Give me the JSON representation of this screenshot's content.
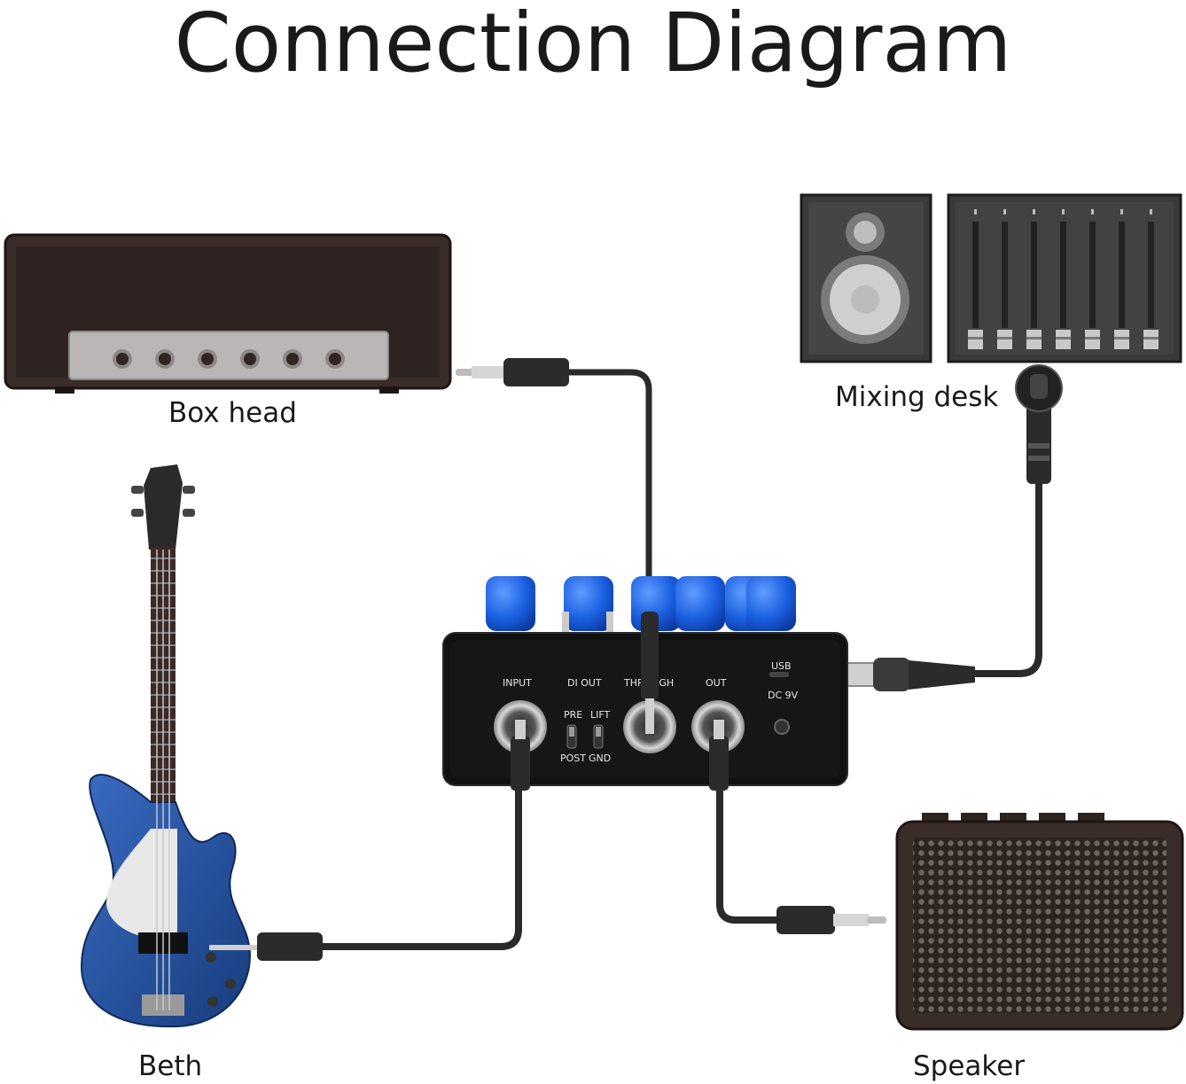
{
  "title": "Connection Diagram",
  "labels": {
    "box_head": "Box head",
    "mixing_desk": "Mixing desk",
    "beth": "Beth",
    "speaker": "Speaker"
  },
  "device": {
    "jack_input": "INPUT",
    "jack_di_out": "DI OUT",
    "jack_through": "THROUGH",
    "jack_out": "OUT",
    "switch_pre": "PRE",
    "switch_post": "POST",
    "switch_lift": "LIFT",
    "switch_gnd": "GND",
    "usb": "USB",
    "dc": "DC 9V"
  },
  "colors": {
    "knob_blue": "#1a5fe0",
    "device_body": "#111111",
    "amp_brown": "#3a2c28",
    "cable": "#2a2a2a",
    "bass_blue": "#1f4f9c"
  }
}
